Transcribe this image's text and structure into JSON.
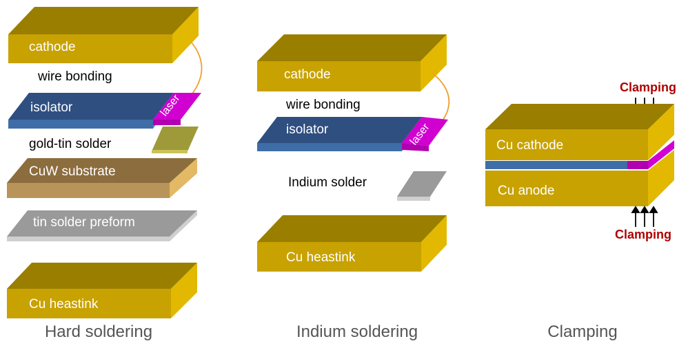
{
  "colors": {
    "gold_front": "#c8a200",
    "gold_top": "#9a7e00",
    "gold_side": "#e2b800",
    "blue_front": "#3f6da8",
    "blue_top": "#2e4f80",
    "blue_side": "#5b8ccc",
    "magenta_front": "#b000b0",
    "magenta_top": "#d000d0",
    "copperw_front": "#b8945a",
    "copperw_top": "#8c6d3e",
    "copperw_side": "#e3b965",
    "gray_top": "#9a9a9a",
    "gray_front": "#cfcfcf",
    "wire": "#f0a030",
    "clamp_text": "#b00000"
  },
  "panels": {
    "hard": {
      "caption": "Hard soldering",
      "cathode": "cathode",
      "wire": "wire bonding",
      "isolator": "isolator",
      "laser": "laser",
      "gold_tin": "gold-tin solder",
      "substrate": "CuW substrate",
      "preform": "tin solder preform",
      "heatsink": "Cu heastink"
    },
    "indium": {
      "caption": "Indium soldering",
      "cathode": "cathode",
      "wire": "wire bonding",
      "isolator": "isolator",
      "laser": "laser",
      "solder": "Indium solder",
      "heatsink": "Cu heastink"
    },
    "clamping": {
      "caption": "Clamping",
      "top_label": "Clamping",
      "bottom_label": "Clamping",
      "cathode": "Cu cathode",
      "anode": "Cu anode"
    }
  }
}
